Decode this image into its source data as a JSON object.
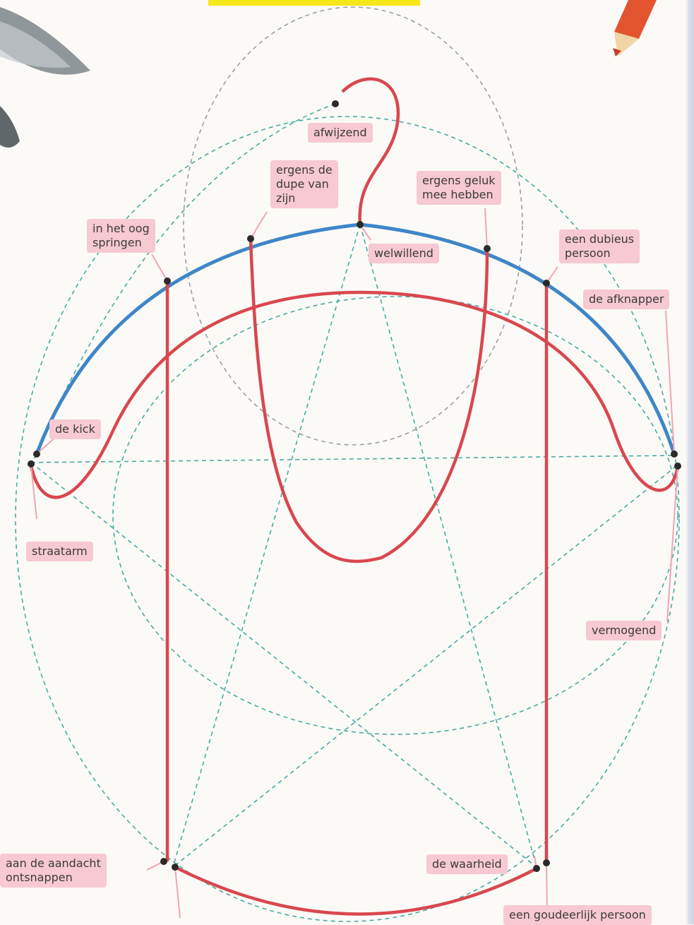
{
  "labels": {
    "afwijzend": "afwijzend",
    "ergens_de_dupe": "ergens de\ndupe van\nzijn",
    "ergens_geluk": "ergens geluk\nmee hebben",
    "in_het_oog": "in het oog\nspringen",
    "welwillend": "welwillend",
    "een_dubieus": "een dubieus\npersoon",
    "de_afknapper": "de afknapper",
    "de_kick": "de kick",
    "straatarm": "straatarm",
    "vermogend": "vermogend",
    "aan_de_aandacht": "aan de aandacht\nontsnappen",
    "de_waarheid": "de waarheid",
    "een_goudeerlijk": "een goudeerlijk persoon"
  },
  "colors": {
    "hook_red": "#d9474f",
    "arc_blue": "#3f86c8",
    "guide_teal": "#4aa9a6",
    "label_pink": "#f7c9d2",
    "node_black": "#2a2a2a"
  }
}
